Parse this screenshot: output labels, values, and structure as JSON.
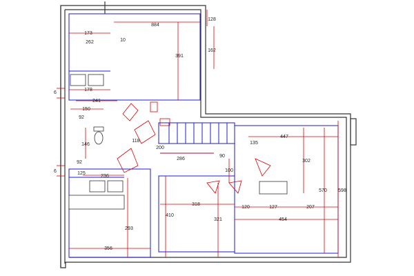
{
  "dimensions": {
    "d173": "173",
    "d884": "884",
    "d128": "128",
    "d262": "262",
    "d10": "10",
    "d391": "391",
    "d162": "162",
    "d178": "178",
    "d6a": "6",
    "d241": "241",
    "d150": "150",
    "d92a": "92",
    "d146": "146",
    "d118": "118",
    "d200": "200",
    "d286": "286",
    "d90": "90",
    "d135": "135",
    "d447": "447",
    "d302": "302",
    "d92b": "92",
    "d6b": "6",
    "d125": "125",
    "d236": "236",
    "d100": "100",
    "d570": "570",
    "d598": "598",
    "d318": "318",
    "d120": "120",
    "d127": "127",
    "d207": "207",
    "d410": "410",
    "d321": "321",
    "d454": "454",
    "d293": "293",
    "d356": "356"
  },
  "colors": {
    "dimension_lines": "#e00000",
    "plan_lines": "#1a1ad8",
    "walls": "#333333"
  }
}
